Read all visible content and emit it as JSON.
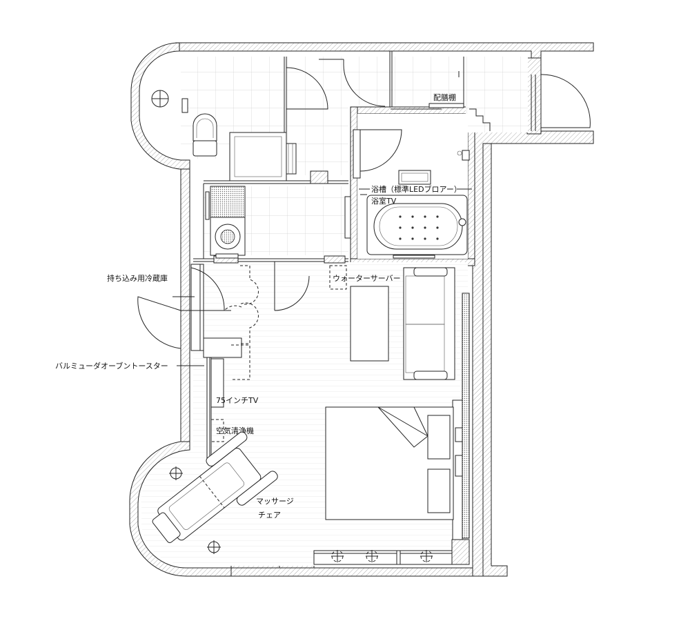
{
  "labels": {
    "haizen": "配膳棚",
    "bathtub": "浴槽（標準LEDブロアー）",
    "bath_tv": "浴室TV",
    "fridge": "持ち込み用冷蔵庫",
    "water_server": "ウォーターサーバー",
    "toaster": "バルミューダオーブントースター",
    "tv75": "75インチTV",
    "air_purifier": "空気清浄機",
    "massage_1": "マッサージ",
    "massage_2": "チェア"
  }
}
